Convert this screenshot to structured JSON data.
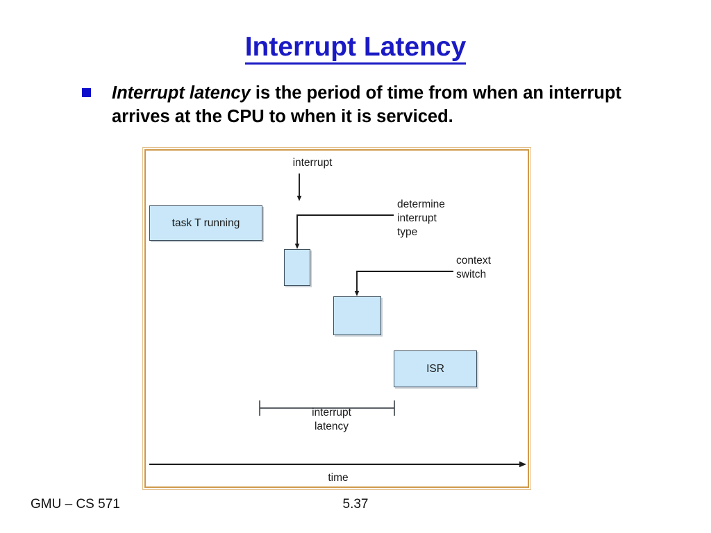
{
  "slide": {
    "title": "Interrupt Latency",
    "title_color": "#1a1ac4",
    "bullet": {
      "marker": "square-bullet",
      "marker_color": "#0d0dcc",
      "emphasis": "Interrupt latency",
      "rest": " is the period of time from when an interrupt arrives at the CPU to when it is serviced."
    }
  },
  "figure": {
    "frame_color": "#cf9a4a",
    "box_fill": "#c9e7f9",
    "box_border": "#3e4f5d",
    "boxes": [
      {
        "name": "task-running-box",
        "label": "task T running"
      },
      {
        "name": "determine-interrupt-box",
        "label": ""
      },
      {
        "name": "context-switch-box",
        "label": ""
      },
      {
        "name": "isr-box",
        "label": "ISR"
      }
    ],
    "labels": {
      "interrupt": "interrupt",
      "determine_type": "determine\ninterrupt\ntype",
      "context_switch": "context\nswitch",
      "latency": "interrupt\nlatency",
      "time_axis": "time"
    }
  },
  "footer": {
    "course": "GMU – CS 571",
    "page": "5.37"
  }
}
